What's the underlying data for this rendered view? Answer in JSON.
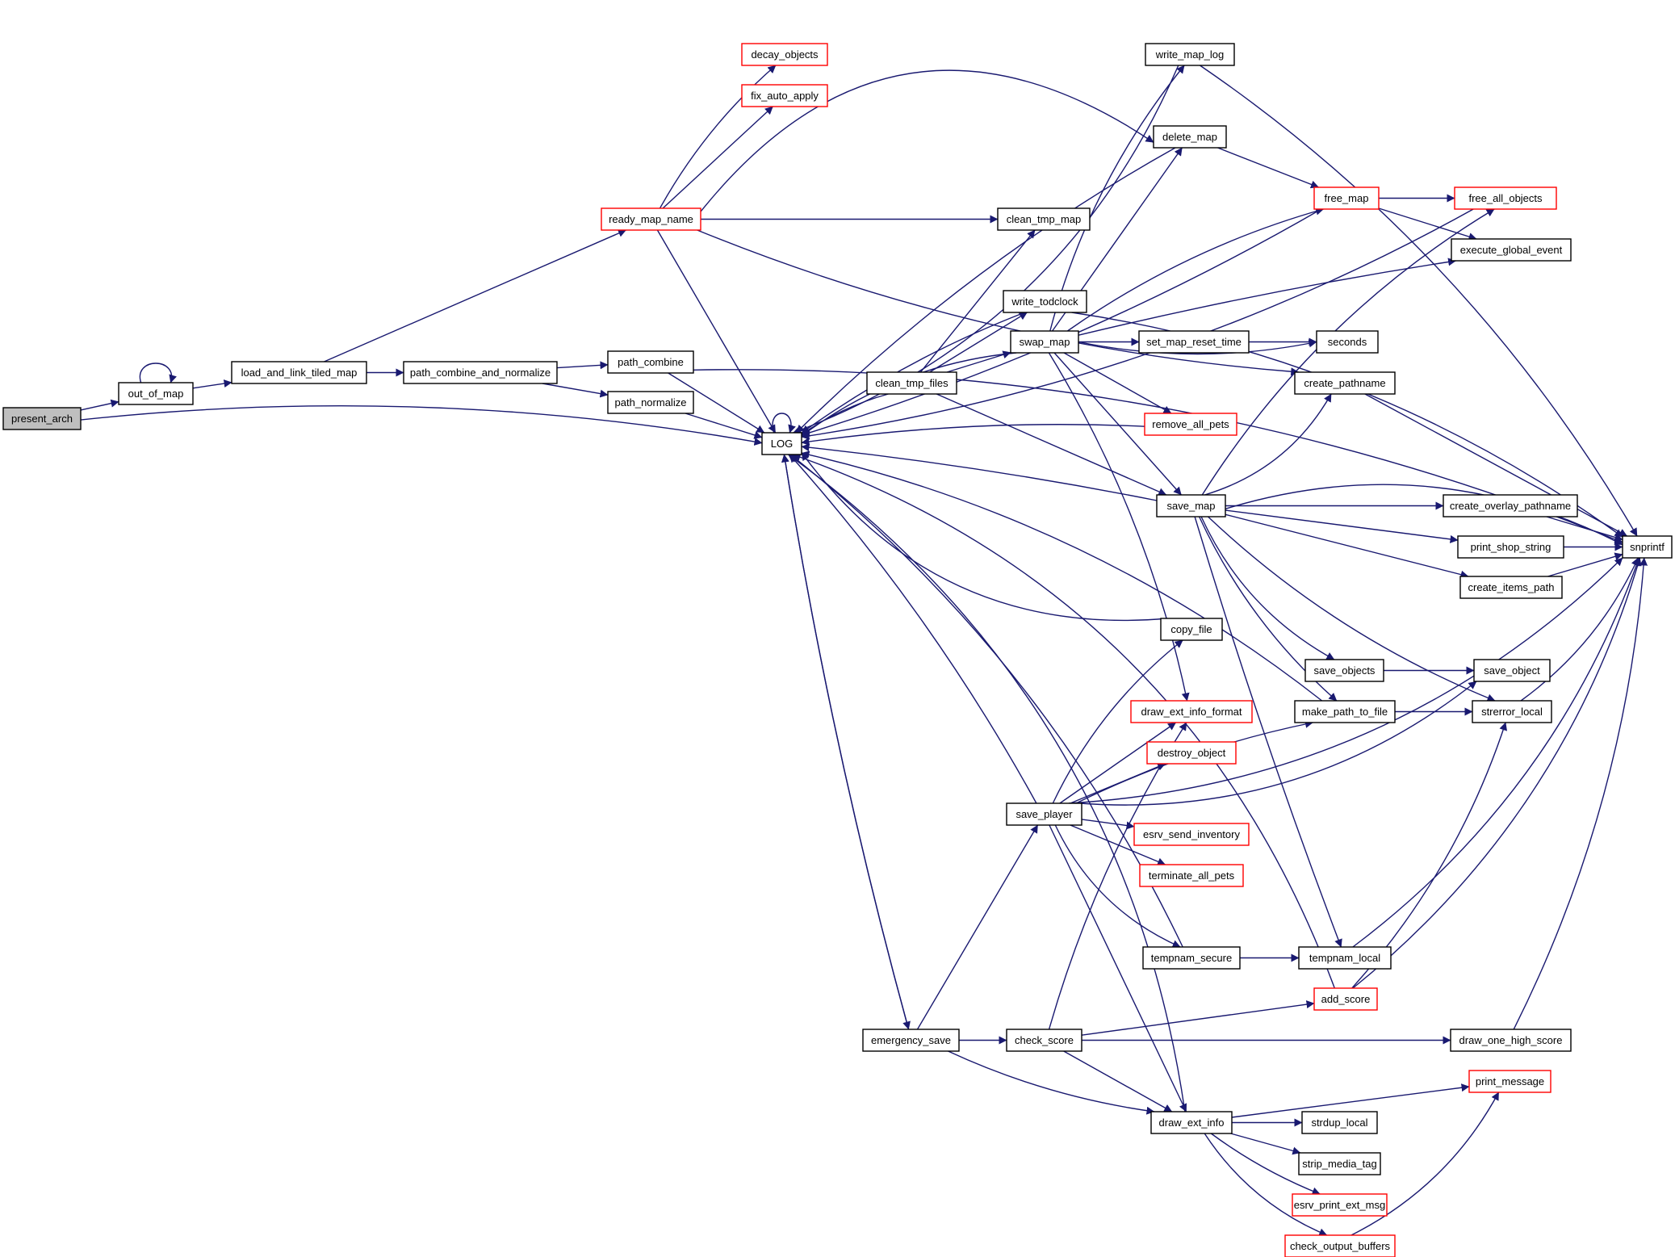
{
  "diagram": {
    "type": "call-graph",
    "colors": {
      "edge": "#191970",
      "root_fill": "#bfbfbf",
      "node_fill": "#ffffff",
      "border_complete": "#000000",
      "border_truncated": "#ff0000"
    },
    "nodes": [
      {
        "id": "present_arch",
        "label": "present_arch",
        "style": "root"
      },
      {
        "id": "out_of_map",
        "label": "out_of_map",
        "style": "normal"
      },
      {
        "id": "load_and_link_tiled_map",
        "label": "load_and_link_tiled_map",
        "style": "normal"
      },
      {
        "id": "path_combine_and_normalize",
        "label": "path_combine_and_normalize",
        "style": "normal"
      },
      {
        "id": "path_combine",
        "label": "path_combine",
        "style": "normal"
      },
      {
        "id": "path_normalize",
        "label": "path_normalize",
        "style": "normal"
      },
      {
        "id": "ready_map_name",
        "label": "ready_map_name",
        "style": "truncated"
      },
      {
        "id": "decay_objects",
        "label": "decay_objects",
        "style": "truncated"
      },
      {
        "id": "fix_auto_apply",
        "label": "fix_auto_apply",
        "style": "truncated"
      },
      {
        "id": "LOG",
        "label": "LOG",
        "style": "normal"
      },
      {
        "id": "write_map_log",
        "label": "write_map_log",
        "style": "normal"
      },
      {
        "id": "delete_map",
        "label": "delete_map",
        "style": "normal"
      },
      {
        "id": "clean_tmp_map",
        "label": "clean_tmp_map",
        "style": "normal"
      },
      {
        "id": "free_map",
        "label": "free_map",
        "style": "truncated"
      },
      {
        "id": "free_all_objects",
        "label": "free_all_objects",
        "style": "truncated"
      },
      {
        "id": "execute_global_event",
        "label": "execute_global_event",
        "style": "normal"
      },
      {
        "id": "write_todclock",
        "label": "write_todclock",
        "style": "normal"
      },
      {
        "id": "swap_map",
        "label": "swap_map",
        "style": "normal"
      },
      {
        "id": "set_map_reset_time",
        "label": "set_map_reset_time",
        "style": "normal"
      },
      {
        "id": "seconds",
        "label": "seconds",
        "style": "normal"
      },
      {
        "id": "clean_tmp_files",
        "label": "clean_tmp_files",
        "style": "normal"
      },
      {
        "id": "create_pathname",
        "label": "create_pathname",
        "style": "normal"
      },
      {
        "id": "remove_all_pets",
        "label": "remove_all_pets",
        "style": "truncated"
      },
      {
        "id": "save_map",
        "label": "save_map",
        "style": "normal"
      },
      {
        "id": "create_overlay_pathname",
        "label": "create_overlay_pathname",
        "style": "normal"
      },
      {
        "id": "print_shop_string",
        "label": "print_shop_string",
        "style": "normal"
      },
      {
        "id": "create_items_path",
        "label": "create_items_path",
        "style": "normal"
      },
      {
        "id": "snprintf",
        "label": "snprintf",
        "style": "normal"
      },
      {
        "id": "copy_file",
        "label": "copy_file",
        "style": "normal"
      },
      {
        "id": "save_objects",
        "label": "save_objects",
        "style": "normal"
      },
      {
        "id": "save_object",
        "label": "save_object",
        "style": "normal"
      },
      {
        "id": "draw_ext_info_format",
        "label": "draw_ext_info_format",
        "style": "truncated"
      },
      {
        "id": "make_path_to_file",
        "label": "make_path_to_file",
        "style": "normal"
      },
      {
        "id": "strerror_local",
        "label": "strerror_local",
        "style": "normal"
      },
      {
        "id": "destroy_object",
        "label": "destroy_object",
        "style": "truncated"
      },
      {
        "id": "save_player",
        "label": "save_player",
        "style": "normal"
      },
      {
        "id": "esrv_send_inventory",
        "label": "esrv_send_inventory",
        "style": "truncated"
      },
      {
        "id": "terminate_all_pets",
        "label": "terminate_all_pets",
        "style": "truncated"
      },
      {
        "id": "tempnam_secure",
        "label": "tempnam_secure",
        "style": "normal"
      },
      {
        "id": "tempnam_local",
        "label": "tempnam_local",
        "style": "normal"
      },
      {
        "id": "add_score",
        "label": "add_score",
        "style": "truncated"
      },
      {
        "id": "emergency_save",
        "label": "emergency_save",
        "style": "normal"
      },
      {
        "id": "check_score",
        "label": "check_score",
        "style": "normal"
      },
      {
        "id": "draw_one_high_score",
        "label": "draw_one_high_score",
        "style": "normal"
      },
      {
        "id": "print_message",
        "label": "print_message",
        "style": "truncated"
      },
      {
        "id": "draw_ext_info",
        "label": "draw_ext_info",
        "style": "normal"
      },
      {
        "id": "strdup_local",
        "label": "strdup_local",
        "style": "normal"
      },
      {
        "id": "strip_media_tag",
        "label": "strip_media_tag",
        "style": "normal"
      },
      {
        "id": "esrv_print_ext_msg",
        "label": "esrv_print_ext_msg",
        "style": "truncated"
      },
      {
        "id": "check_output_buffers",
        "label": "check_output_buffers",
        "style": "truncated"
      }
    ],
    "edges": [
      [
        "present_arch",
        "out_of_map"
      ],
      [
        "present_arch",
        "LOG"
      ],
      [
        "out_of_map",
        "out_of_map"
      ],
      [
        "out_of_map",
        "load_and_link_tiled_map"
      ],
      [
        "load_and_link_tiled_map",
        "path_combine_and_normalize"
      ],
      [
        "load_and_link_tiled_map",
        "ready_map_name"
      ],
      [
        "path_combine_and_normalize",
        "path_combine"
      ],
      [
        "path_combine_and_normalize",
        "path_normalize"
      ],
      [
        "path_combine",
        "LOG"
      ],
      [
        "path_combine",
        "snprintf"
      ],
      [
        "path_normalize",
        "LOG"
      ],
      [
        "ready_map_name",
        "decay_objects"
      ],
      [
        "ready_map_name",
        "fix_auto_apply"
      ],
      [
        "ready_map_name",
        "delete_map"
      ],
      [
        "ready_map_name",
        "clean_tmp_map"
      ],
      [
        "ready_map_name",
        "LOG"
      ],
      [
        "ready_map_name",
        "create_pathname"
      ],
      [
        "LOG",
        "LOG"
      ],
      [
        "write_map_log",
        "LOG"
      ],
      [
        "write_map_log",
        "snprintf"
      ],
      [
        "delete_map",
        "LOG"
      ],
      [
        "delete_map",
        "free_map"
      ],
      [
        "free_map",
        "LOG"
      ],
      [
        "free_map",
        "free_all_objects"
      ],
      [
        "free_map",
        "execute_global_event"
      ],
      [
        "free_all_objects",
        "LOG"
      ],
      [
        "write_todclock",
        "LOG"
      ],
      [
        "write_todclock",
        "snprintf"
      ],
      [
        "swap_map",
        "write_map_log"
      ],
      [
        "swap_map",
        "delete_map"
      ],
      [
        "swap_map",
        "free_map"
      ],
      [
        "swap_map",
        "execute_global_event"
      ],
      [
        "swap_map",
        "set_map_reset_time"
      ],
      [
        "swap_map",
        "seconds"
      ],
      [
        "swap_map",
        "remove_all_pets"
      ],
      [
        "swap_map",
        "save_map"
      ],
      [
        "swap_map",
        "LOG"
      ],
      [
        "swap_map",
        "draw_ext_info_format"
      ],
      [
        "set_map_reset_time",
        "seconds"
      ],
      [
        "clean_tmp_files",
        "LOG"
      ],
      [
        "clean_tmp_files",
        "clean_tmp_map"
      ],
      [
        "clean_tmp_files",
        "write_todclock"
      ],
      [
        "clean_tmp_files",
        "swap_map"
      ],
      [
        "clean_tmp_files",
        "save_map"
      ],
      [
        "remove_all_pets",
        "LOG"
      ],
      [
        "create_pathname",
        "snprintf"
      ],
      [
        "save_map",
        "LOG"
      ],
      [
        "save_map",
        "create_pathname"
      ],
      [
        "save_map",
        "free_all_objects"
      ],
      [
        "save_map",
        "create_overlay_pathname"
      ],
      [
        "save_map",
        "print_shop_string"
      ],
      [
        "save_map",
        "create_items_path"
      ],
      [
        "save_map",
        "snprintf"
      ],
      [
        "save_map",
        "save_objects"
      ],
      [
        "save_map",
        "make_path_to_file"
      ],
      [
        "save_map",
        "strerror_local"
      ],
      [
        "save_map",
        "tempnam_local"
      ],
      [
        "create_overlay_pathname",
        "snprintf"
      ],
      [
        "print_shop_string",
        "snprintf"
      ],
      [
        "create_items_path",
        "snprintf"
      ],
      [
        "copy_file",
        "LOG"
      ],
      [
        "save_objects",
        "save_object"
      ],
      [
        "make_path_to_file",
        "LOG"
      ],
      [
        "make_path_to_file",
        "strerror_local"
      ],
      [
        "strerror_local",
        "snprintf"
      ],
      [
        "save_player",
        "LOG"
      ],
      [
        "save_player",
        "copy_file"
      ],
      [
        "save_player",
        "draw_ext_info_format"
      ],
      [
        "save_player",
        "destroy_object"
      ],
      [
        "save_player",
        "esrv_send_inventory"
      ],
      [
        "save_player",
        "terminate_all_pets"
      ],
      [
        "save_player",
        "tempnam_secure"
      ],
      [
        "save_player",
        "make_path_to_file"
      ],
      [
        "save_player",
        "save_object"
      ],
      [
        "save_player",
        "snprintf"
      ],
      [
        "save_player",
        "draw_ext_info"
      ],
      [
        "tempnam_secure",
        "LOG"
      ],
      [
        "tempnam_secure",
        "tempnam_local"
      ],
      [
        "tempnam_local",
        "snprintf"
      ],
      [
        "add_score",
        "LOG"
      ],
      [
        "add_score",
        "strerror_local"
      ],
      [
        "add_score",
        "snprintf"
      ],
      [
        "LOG",
        "emergency_save"
      ],
      [
        "emergency_save",
        "LOG"
      ],
      [
        "emergency_save",
        "save_player"
      ],
      [
        "emergency_save",
        "check_score"
      ],
      [
        "emergency_save",
        "draw_ext_info"
      ],
      [
        "check_score",
        "add_score"
      ],
      [
        "check_score",
        "draw_one_high_score"
      ],
      [
        "check_score",
        "draw_ext_info"
      ],
      [
        "check_score",
        "draw_ext_info_format"
      ],
      [
        "draw_one_high_score",
        "snprintf"
      ],
      [
        "draw_ext_info",
        "LOG"
      ],
      [
        "draw_ext_info",
        "print_message"
      ],
      [
        "draw_ext_info",
        "strdup_local"
      ],
      [
        "draw_ext_info",
        "strip_media_tag"
      ],
      [
        "draw_ext_info",
        "esrv_print_ext_msg"
      ],
      [
        "draw_ext_info",
        "check_output_buffers"
      ],
      [
        "check_output_buffers",
        "print_message"
      ]
    ]
  }
}
